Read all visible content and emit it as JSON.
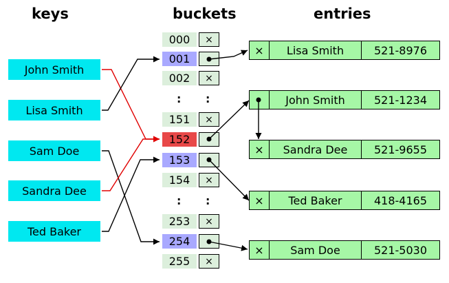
{
  "headings": {
    "keys": "keys",
    "buckets": "buckets",
    "entries": "entries"
  },
  "keys": [
    "John Smith",
    "Lisa Smith",
    "Sam Doe",
    "Sandra Dee",
    "Ted Baker"
  ],
  "buckets": {
    "top": [
      "000",
      "001",
      "002"
    ],
    "mid": [
      "151",
      "152",
      "153",
      "154"
    ],
    "bot": [
      "253",
      "254",
      "255"
    ],
    "ellipsis": ":",
    "null_mark": "×"
  },
  "entries": [
    {
      "next": "×",
      "name": "Lisa Smith",
      "phone": "521-8976"
    },
    {
      "next": "",
      "name": "John Smith",
      "phone": "521-1234"
    },
    {
      "next": "×",
      "name": "Sandra Dee",
      "phone": "521-9655"
    },
    {
      "next": "×",
      "name": "Ted Baker",
      "phone": "418-4165"
    },
    {
      "next": "×",
      "name": "Sam Doe",
      "phone": "521-5030"
    }
  ],
  "colors": {
    "key_fill": "#00e8f0",
    "bucket_fill": "#dcefdc",
    "bucket_highlight": "#a9a9ff",
    "bucket_collision": "#e84848",
    "entry_fill": "#a6f7a6",
    "collision_line": "#e00000"
  }
}
